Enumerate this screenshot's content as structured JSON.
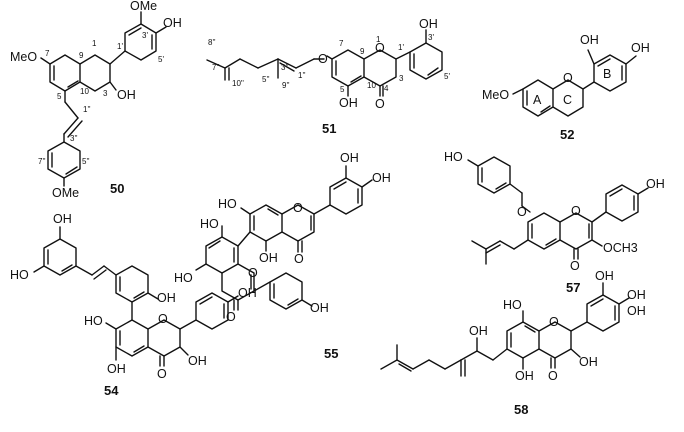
{
  "compounds": [
    {
      "id": "50",
      "substituents": [
        "MeO",
        "OMe",
        "OH",
        "OH",
        "OMe"
      ],
      "position_labels": [
        "1",
        "9",
        "7",
        "3'",
        "1'",
        "5'",
        "10",
        "5",
        "3",
        "1''",
        "3''",
        "7''",
        "5''"
      ]
    },
    {
      "id": "51",
      "substituents": [
        "O",
        "O",
        "OH",
        "OH",
        "O"
      ],
      "position_labels": [
        "8''",
        "7''",
        "10''",
        "5''",
        "3''",
        "9''",
        "1''",
        "7",
        "9",
        "1",
        "1'",
        "3'",
        "5'",
        "10",
        "5",
        "4",
        "3"
      ]
    },
    {
      "id": "52",
      "substituents": [
        "OH",
        "OH",
        "MeO",
        "O"
      ],
      "ring_labels": [
        "A",
        "C",
        "B"
      ]
    },
    {
      "id": "55",
      "substituents": [
        "OH",
        "OH",
        "HO",
        "O",
        "HO",
        "O",
        "OH",
        "HO",
        "O",
        "O",
        "OH"
      ]
    },
    {
      "id": "57",
      "substituents": [
        "HO",
        "O",
        "O",
        "OH",
        "OCH3",
        "O"
      ]
    },
    {
      "id": "54",
      "substituents": [
        "OH",
        "HO",
        "OH",
        "O",
        "OH",
        "HO",
        "OH",
        "O",
        "OH"
      ]
    },
    {
      "id": "58",
      "substituents": [
        "OH",
        "OH",
        "HO",
        "O",
        "OH",
        "OH",
        "OH",
        "O",
        "OH"
      ]
    }
  ]
}
